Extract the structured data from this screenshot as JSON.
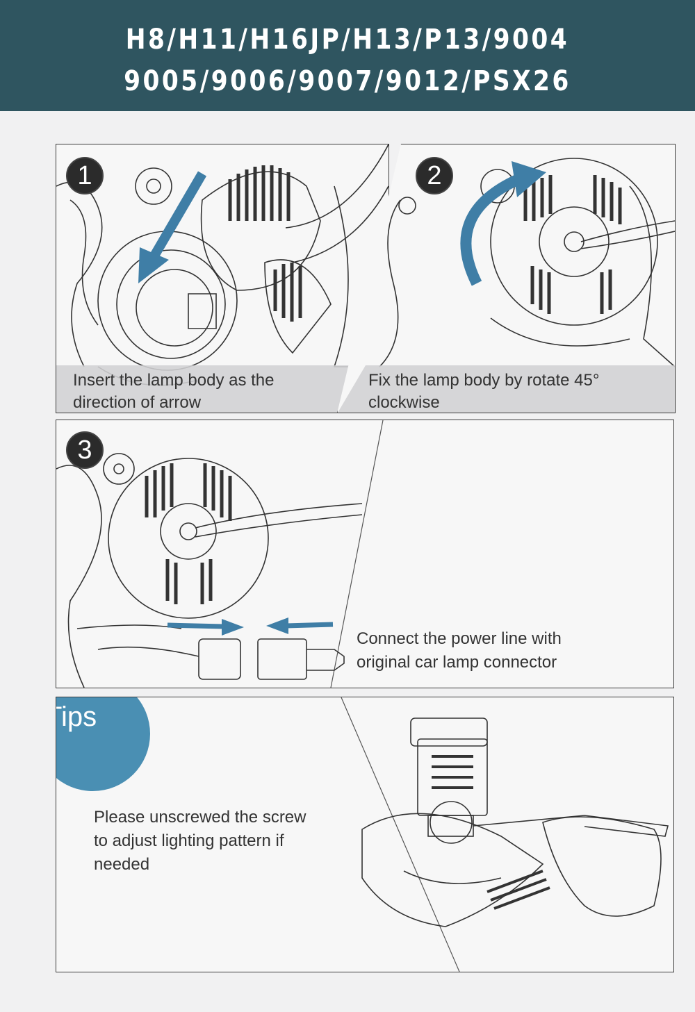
{
  "header": {
    "line1": "H8/H11/H16JP/H13/P13/9004",
    "line2": "9005/9006/9007/9012/PSX26"
  },
  "steps": [
    {
      "number": "1",
      "caption_line1": "Insert the lamp body as the",
      "caption_line2": "direction of arrow"
    },
    {
      "number": "2",
      "caption_line1": "Fix the lamp body by rotate 45°",
      "caption_line2": "clockwise"
    },
    {
      "number": "3",
      "caption_line1": "Connect the power line with",
      "caption_line2": "original car lamp connector"
    }
  ],
  "tips": {
    "label": "Tips",
    "line1": "Please unscrewed the screw",
    "line2": "to adjust lighting pattern if",
    "line3": "needed"
  },
  "colors": {
    "header_bg": "#2f5560",
    "arrow_blue": "#3f7ea6",
    "tips_blue": "#4a8fb3",
    "caption_bg": "#d2d2d4"
  },
  "icons": [
    "arrow-icon",
    "rotate-arrow-icon",
    "connector-arrow-icon"
  ]
}
